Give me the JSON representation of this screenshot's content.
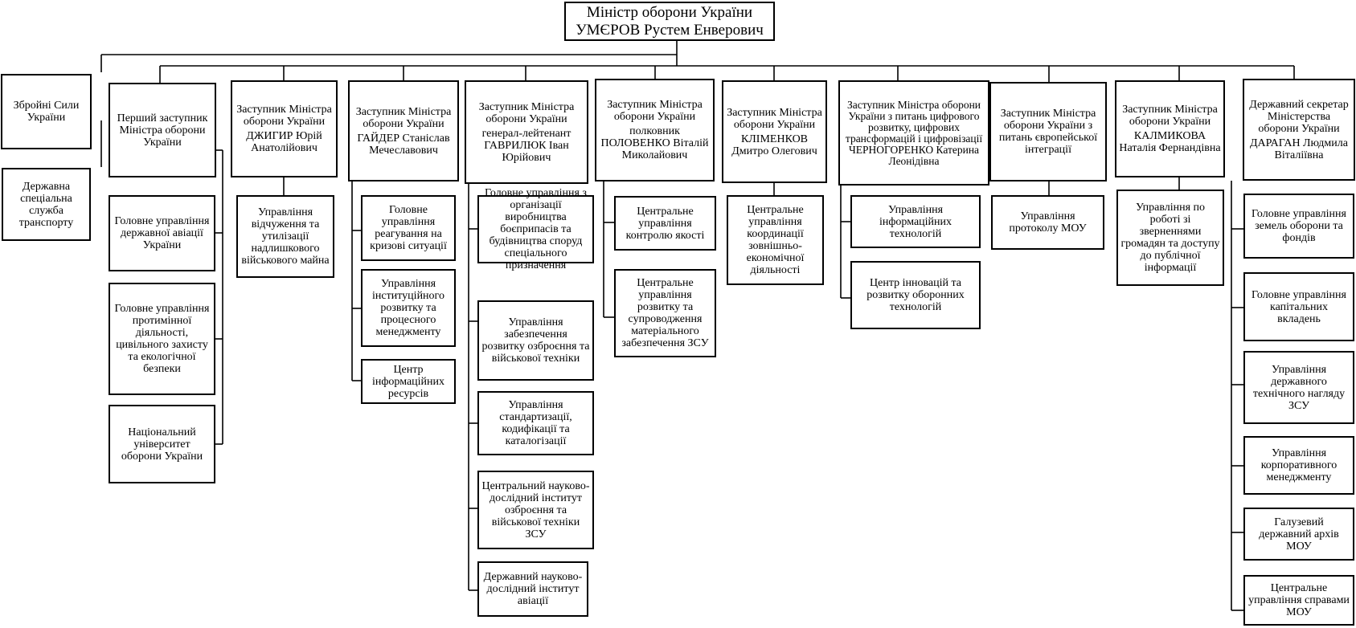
{
  "minister": {
    "title": "Міністр оборони України",
    "name": "УМЄРОВ Рустем Енверович"
  },
  "direct": {
    "armed_forces": "Збройні Сили України",
    "transport_service": "Державна спеціальна служба транспорту"
  },
  "deputies": {
    "d1": {
      "title": "Перший заступник Міністра оборони України"
    },
    "d2": {
      "title": "Заступник Міністра оборони України",
      "name": "ДЖИГИР Юрій Анатолійович"
    },
    "d3": {
      "title": "Заступник Міністра оборони України",
      "name": "ГАЙДЕР Станіслав Мечеславович"
    },
    "d4": {
      "title": "Заступник Міністра оборони України",
      "name": "генерал-лейтенант ГАВРИЛЮК Іван Юрійович"
    },
    "d5": {
      "title": "Заступник Міністра оборони України",
      "name": "полковник ПОЛОВЕНКО Віталій Миколайович"
    },
    "d6": {
      "title": "Заступник Міністра оборони України",
      "name": "КЛІМЕНКОВ Дмитро Олегович"
    },
    "d7": {
      "title": "Заступник Міністра оборони України з питань цифрового розвитку, цифрових трансформацій і цифровізації",
      "name": "ЧЕРНОГОРЕНКО Катерина Леонідівна"
    },
    "d8": {
      "title": "Заступник Міністра оборони України з питань європейської інтеграції"
    },
    "d9": {
      "title": "Заступник Міністра оборони України",
      "name": "КАЛМИКОВА Наталія Фернандівна"
    },
    "d10": {
      "title": "Державний секретар Міністерства оборони України",
      "name": "ДАРАГАН Людмила Віталіївна"
    }
  },
  "units": {
    "d1": [
      "Головне управління державної авіації України",
      "Головне управління протимінної діяльності, цивільного захисту та екологічної безпеки",
      "Національний університет оборони України"
    ],
    "d2": [
      "Управління відчуження та утилізації надлишкового військового майна"
    ],
    "d3": [
      "Головне управління реагування на кризові ситуації",
      "Управління інституційного розвитку та процесного менеджменту",
      "Центр інформаційних ресурсів"
    ],
    "d4": [
      "Головне управління з організації виробництва боєприпасів та будівництва споруд спеціального призначення",
      "Управління забезпечення розвитку озброєння та військової техніки",
      "Управління стандартизації, кодифікації та каталогізації",
      "Центральний науково-дослідний інститут озброєння та військової техніки ЗСУ",
      "Державний науково-дослідний інститут авіації"
    ],
    "d5": [
      "Центральне управління контролю якості",
      "Центральне управління розвитку та супроводження матеріального забезпечення ЗСУ"
    ],
    "d6": [
      "Центральне управління координації зовнішньо-економічної діяльності"
    ],
    "d7": [
      "Управління інформаційних технологій",
      "Центр інновацій та розвитку оборонних технологій"
    ],
    "d8": [
      "Управління протоколу МОУ"
    ],
    "d9": [
      "Управління по роботі зі зверненнями громадян та доступу до публічної інформації"
    ],
    "d10": [
      "Головне управління земель оборони та фондів",
      "Головне управління капітальних вкладень",
      "Управління державного технічного нагляду ЗСУ",
      "Управління корпоративного менеджменту",
      "Галузевий державний архів МОУ",
      "Центральне управління справами МОУ"
    ]
  }
}
